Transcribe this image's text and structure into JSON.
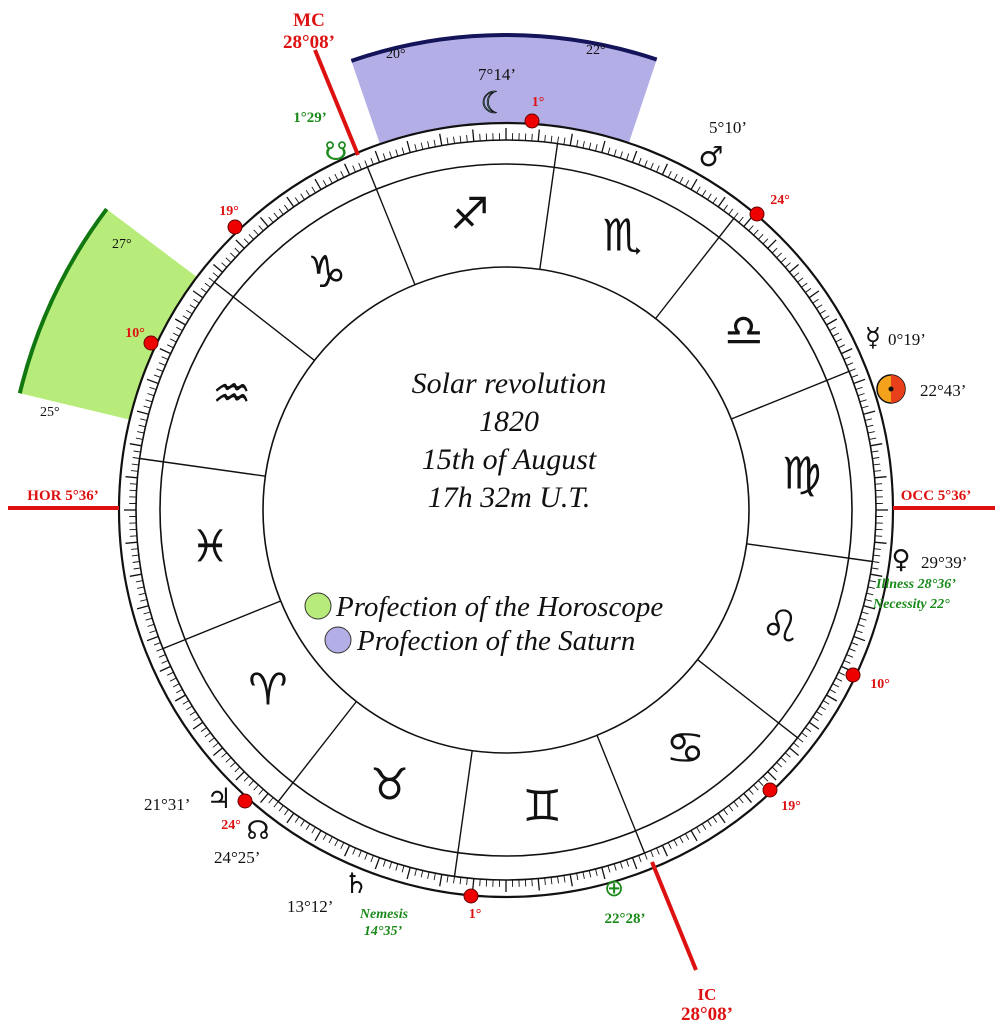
{
  "center": {
    "lines": [
      "Solar revolution",
      "1820",
      "15th of August",
      "17h 32m U.T."
    ]
  },
  "legend": [
    {
      "label": "Profection of the Horoscope",
      "color": "#b8ec7a"
    },
    {
      "label": "Profection of the Saturn",
      "color": "#b4aee6"
    }
  ],
  "axes": {
    "mc": {
      "title": "MC",
      "value": "28°08’"
    },
    "ic": {
      "title": "IC",
      "value": "28°08’"
    },
    "hor": "HOR 5°36’",
    "occ": "OCC 5°36’"
  },
  "colors": {
    "axis": "#dd1111",
    "green_text": "#1a8a1a",
    "horoscope_fill": "#b8ec7a",
    "saturn_fill": "#b4aee6",
    "green_border": "#117711",
    "purple_border": "#14145a"
  },
  "signs": [
    {
      "name": "scorpio",
      "glyph": "♏"
    },
    {
      "name": "libra",
      "glyph": "♎"
    },
    {
      "name": "virgo",
      "glyph": "♍"
    },
    {
      "name": "leo",
      "glyph": "♌"
    },
    {
      "name": "cancer",
      "glyph": "♋"
    },
    {
      "name": "gemini",
      "glyph": "♊"
    },
    {
      "name": "taurus",
      "glyph": "♉"
    },
    {
      "name": "aries",
      "glyph": "♈"
    },
    {
      "name": "pisces",
      "glyph": "♓"
    },
    {
      "name": "aquarius",
      "glyph": "♒"
    },
    {
      "name": "capricorn",
      "glyph": "♑"
    },
    {
      "name": "sagittarius",
      "glyph": "♐"
    }
  ],
  "planets": {
    "moon": {
      "glyph": "☾",
      "value": "7°14’"
    },
    "mars": {
      "glyph": "♂",
      "value": "5°10’"
    },
    "mercury": {
      "glyph": "☿",
      "value": "0°19’"
    },
    "sun": {
      "glyph": "☉",
      "value": "22°43’"
    },
    "venus": {
      "glyph": "♀",
      "value": "29°39’"
    },
    "jupiter": {
      "glyph": "♃",
      "value": "21°31’"
    },
    "north_node": {
      "glyph": "☊",
      "value": "24°25’"
    },
    "saturn": {
      "glyph": "♄",
      "value": "13°12’"
    },
    "south_node": {
      "glyph": "☋",
      "value": "1°29’"
    },
    "earth": {
      "glyph": "⊕",
      "value": "22°28’"
    }
  },
  "lots": {
    "illness": "Illness 28°36’",
    "necessity": "Necessity  22°",
    "nemesis_title": "Nemesis",
    "nemesis_value": "14°35’"
  },
  "cusp_markers": [
    "1°",
    "24°",
    "19°",
    "10°",
    "10°",
    "19°",
    "24°",
    "1°"
  ],
  "profection_labels": {
    "saturn_start": "20°",
    "saturn_end": "22°",
    "horoscope_start": "27°",
    "horoscope_end": "25°"
  }
}
